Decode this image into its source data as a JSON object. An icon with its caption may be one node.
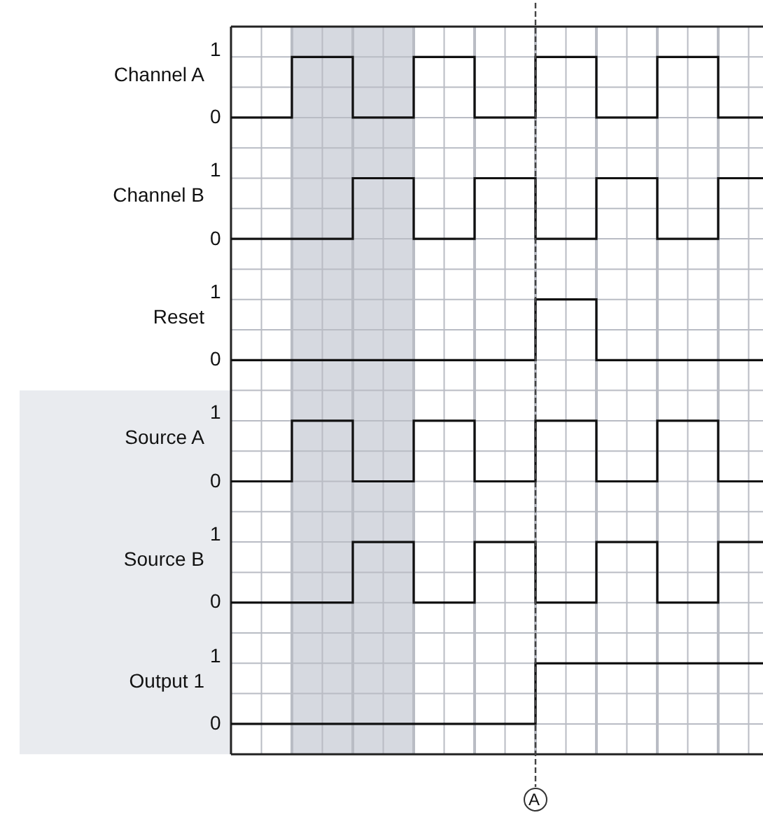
{
  "diagram": {
    "labels": [
      "Channel A",
      "1",
      "0",
      "Channel B",
      "1",
      "0",
      "Reset",
      "1",
      "0",
      "Source A",
      "1",
      "0",
      "Source B",
      "1",
      "0",
      "Output 1",
      "1",
      "0",
      "A"
    ]
  }
}
